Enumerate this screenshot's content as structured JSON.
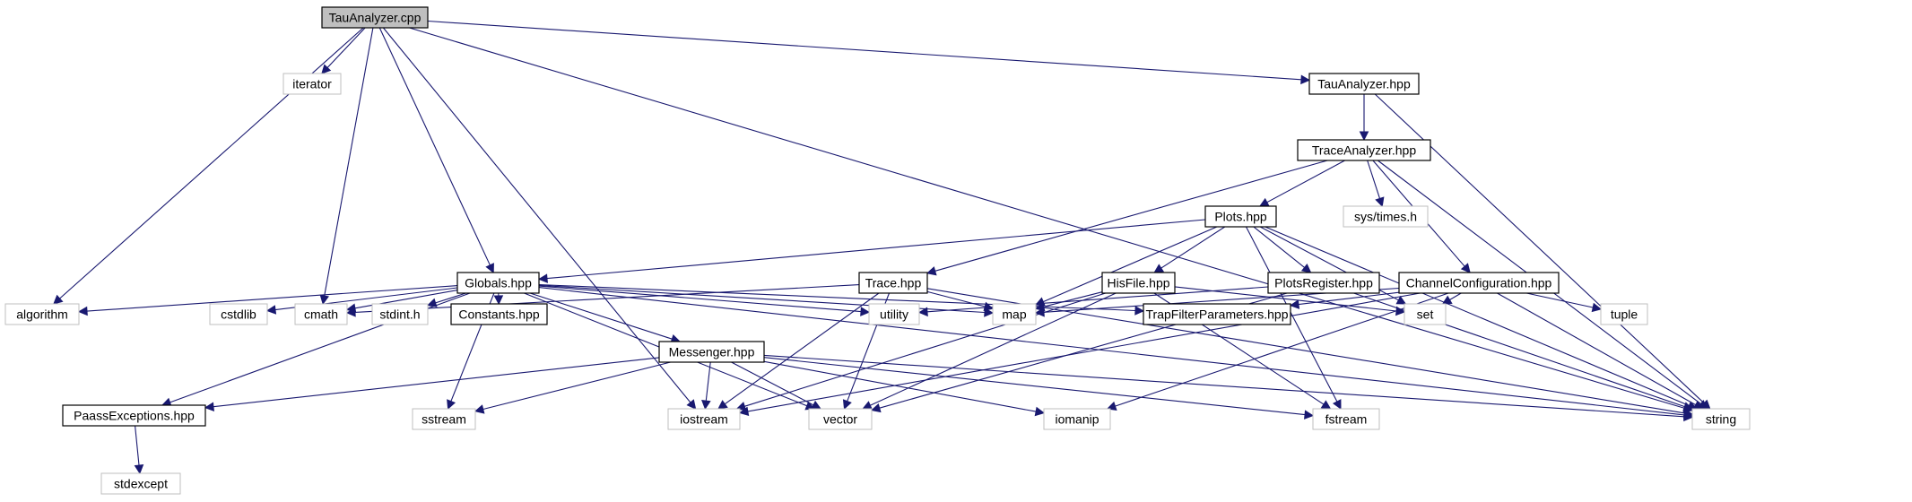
{
  "diagram": {
    "nodes": [
      {
        "id": "tau_cpp",
        "label": "TauAnalyzer.cpp",
        "kind": "root"
      },
      {
        "id": "iterator",
        "label": "iterator",
        "kind": "system"
      },
      {
        "id": "tau_hpp",
        "label": "TauAnalyzer.hpp",
        "kind": "local"
      },
      {
        "id": "trace_an",
        "label": "TraceAnalyzer.hpp",
        "kind": "local"
      },
      {
        "id": "plots",
        "label": "Plots.hpp",
        "kind": "local"
      },
      {
        "id": "systimes",
        "label": "sys/times.h",
        "kind": "system"
      },
      {
        "id": "globals",
        "label": "Globals.hpp",
        "kind": "local"
      },
      {
        "id": "trace",
        "label": "Trace.hpp",
        "kind": "local"
      },
      {
        "id": "hisfile",
        "label": "HisFile.hpp",
        "kind": "local"
      },
      {
        "id": "plotsreg",
        "label": "PlotsRegister.hpp",
        "kind": "local"
      },
      {
        "id": "chancfg",
        "label": "ChannelConfiguration.hpp",
        "kind": "local"
      },
      {
        "id": "algorithm",
        "label": "algorithm",
        "kind": "system"
      },
      {
        "id": "cstdlib",
        "label": "cstdlib",
        "kind": "system"
      },
      {
        "id": "cmath",
        "label": "cmath",
        "kind": "system"
      },
      {
        "id": "stdint",
        "label": "stdint.h",
        "kind": "system"
      },
      {
        "id": "constants",
        "label": "Constants.hpp",
        "kind": "local"
      },
      {
        "id": "utility",
        "label": "utility",
        "kind": "system"
      },
      {
        "id": "map",
        "label": "map",
        "kind": "system"
      },
      {
        "id": "trapfilter",
        "label": "TrapFilterParameters.hpp",
        "kind": "local"
      },
      {
        "id": "set",
        "label": "set",
        "kind": "system"
      },
      {
        "id": "tuple",
        "label": "tuple",
        "kind": "system"
      },
      {
        "id": "messenger",
        "label": "Messenger.hpp",
        "kind": "local"
      },
      {
        "id": "paass",
        "label": "PaassExceptions.hpp",
        "kind": "local"
      },
      {
        "id": "sstream",
        "label": "sstream",
        "kind": "system"
      },
      {
        "id": "iostream",
        "label": "iostream",
        "kind": "system"
      },
      {
        "id": "vector",
        "label": "vector",
        "kind": "system"
      },
      {
        "id": "iomanip",
        "label": "iomanip",
        "kind": "system"
      },
      {
        "id": "fstream",
        "label": "fstream",
        "kind": "system"
      },
      {
        "id": "string",
        "label": "string",
        "kind": "system"
      },
      {
        "id": "stdexcept",
        "label": "stdexcept",
        "kind": "system"
      }
    ],
    "edges": [
      [
        "tau_cpp",
        "iterator"
      ],
      [
        "tau_cpp",
        "tau_hpp"
      ],
      [
        "tau_cpp",
        "string"
      ],
      [
        "tau_cpp",
        "algorithm"
      ],
      [
        "tau_cpp",
        "iostream"
      ],
      [
        "tau_cpp",
        "cmath"
      ],
      [
        "tau_cpp",
        "globals"
      ],
      [
        "tau_hpp",
        "trace_an"
      ],
      [
        "tau_hpp",
        "string"
      ],
      [
        "trace_an",
        "plots"
      ],
      [
        "trace_an",
        "systimes"
      ],
      [
        "trace_an",
        "trace"
      ],
      [
        "trace_an",
        "chancfg"
      ],
      [
        "trace_an",
        "string"
      ],
      [
        "plots",
        "globals"
      ],
      [
        "plots",
        "hisfile"
      ],
      [
        "plots",
        "plotsreg"
      ],
      [
        "plots",
        "map"
      ],
      [
        "plots",
        "set"
      ],
      [
        "plots",
        "string"
      ],
      [
        "plots",
        "fstream"
      ],
      [
        "globals",
        "algorithm"
      ],
      [
        "globals",
        "cstdlib"
      ],
      [
        "globals",
        "cmath"
      ],
      [
        "globals",
        "stdint"
      ],
      [
        "globals",
        "constants"
      ],
      [
        "globals",
        "utility"
      ],
      [
        "globals",
        "map"
      ],
      [
        "globals",
        "trapfilter"
      ],
      [
        "globals",
        "messenger"
      ],
      [
        "globals",
        "paass"
      ],
      [
        "globals",
        "sstream"
      ],
      [
        "globals",
        "vector"
      ],
      [
        "globals",
        "string"
      ],
      [
        "trace",
        "cmath"
      ],
      [
        "trace",
        "map"
      ],
      [
        "trace",
        "vector"
      ],
      [
        "trace",
        "iostream"
      ],
      [
        "trace",
        "string"
      ],
      [
        "hisfile",
        "map"
      ],
      [
        "hisfile",
        "set"
      ],
      [
        "hisfile",
        "fstream"
      ],
      [
        "hisfile",
        "iostream"
      ],
      [
        "hisfile",
        "vector"
      ],
      [
        "plotsreg",
        "utility"
      ],
      [
        "plotsreg",
        "vector"
      ],
      [
        "plotsreg",
        "string"
      ],
      [
        "chancfg",
        "map"
      ],
      [
        "chancfg",
        "trapfilter"
      ],
      [
        "chancfg",
        "set"
      ],
      [
        "chancfg",
        "tuple"
      ],
      [
        "chancfg",
        "string"
      ],
      [
        "chancfg",
        "iostream"
      ],
      [
        "chancfg",
        "iomanip"
      ],
      [
        "messenger",
        "paass"
      ],
      [
        "messenger",
        "sstream"
      ],
      [
        "messenger",
        "iostream"
      ],
      [
        "messenger",
        "vector"
      ],
      [
        "messenger",
        "iomanip"
      ],
      [
        "messenger",
        "fstream"
      ],
      [
        "messenger",
        "string"
      ],
      [
        "paass",
        "stdexcept"
      ]
    ]
  }
}
